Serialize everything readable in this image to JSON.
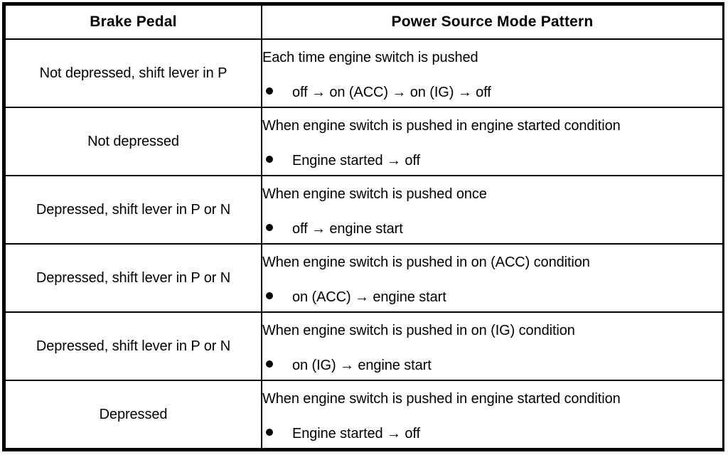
{
  "table": {
    "headers": {
      "brake_pedal": "Brake Pedal",
      "power_source_mode_pattern": "Power Source Mode Pattern"
    },
    "rows": [
      {
        "brake_pedal": "Not depressed, shift lever in P",
        "condition": "Each time engine switch is pushed",
        "transition": "off → on (ACC) → on (IG) → off"
      },
      {
        "brake_pedal": "Not depressed",
        "condition": "When engine switch is pushed in engine started condition",
        "transition": "Engine started → off"
      },
      {
        "brake_pedal": "Depressed, shift lever in P or N",
        "condition": "When engine switch is pushed once",
        "transition": "off → engine start"
      },
      {
        "brake_pedal": "Depressed, shift lever in P or N",
        "condition": "When engine switch is pushed in on (ACC) condition",
        "transition": "on (ACC) → engine start"
      },
      {
        "brake_pedal": "Depressed, shift lever in P or N",
        "condition": "When engine switch is pushed in on (IG) condition",
        "transition": "on (IG) → engine start"
      },
      {
        "brake_pedal": "Depressed",
        "condition": "When engine switch is pushed in engine started condition",
        "transition": "Engine started → off"
      }
    ]
  },
  "style": {
    "border_color": "#000000",
    "text_color": "#000000",
    "background": "#ffffff",
    "bullet_glyph": "●"
  }
}
